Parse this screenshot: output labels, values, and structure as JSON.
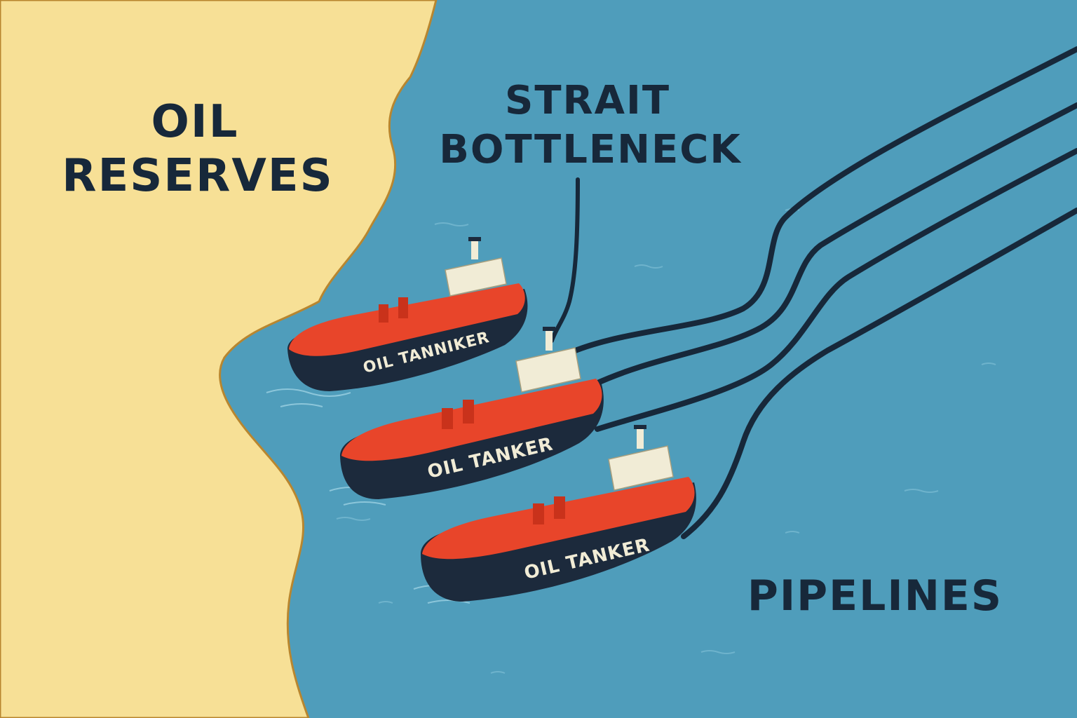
{
  "labels": {
    "land_line1": "OIL",
    "land_line2": "RESERVES",
    "strait_line1": "STRAIT",
    "strait_line2": "BOTTLENECK",
    "pipelines": "PIPELINES"
  },
  "tankers": [
    {
      "hull_text": "OIL TANNIKER"
    },
    {
      "hull_text": "OIL TANKER"
    },
    {
      "hull_text": "OIL TANKER"
    }
  ],
  "colors": {
    "sea": "#4f9dbb",
    "land": "#f7e096",
    "coast": "#b8862f",
    "ink": "#17283a",
    "deck": "#e8452a",
    "hull": "#1c2a3c",
    "cabin": "#f1ecd6"
  }
}
